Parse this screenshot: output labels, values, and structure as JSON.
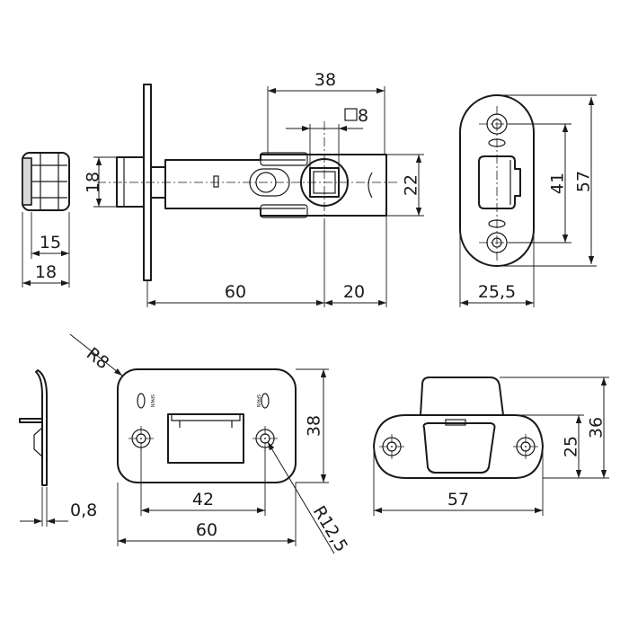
{
  "dimensions": {
    "side_15": "15",
    "side_18": "18",
    "latch_height_18": "18",
    "latch_length_60": "60",
    "latch_length_20": "20",
    "latch_top_38": "38",
    "square_8": "8",
    "latch_height_22": "22",
    "face_width_25_5": "25,5",
    "face_41": "41",
    "face_57": "57",
    "thickness_0_8": "0,8",
    "strike_r8": "R8",
    "strike_42": "42",
    "strike_60": "60",
    "strike_38": "38",
    "strike_r12_5": "R12,5",
    "keeper_57": "57",
    "keeper_25": "25",
    "keeper_36": "36"
  },
  "labels": {
    "spain_left": "SPAIN",
    "spain_right": "SPAIN"
  },
  "colors": {
    "line": "#1a1a1a",
    "fill": "#ffffff",
    "shade": "#d9d9d9"
  }
}
